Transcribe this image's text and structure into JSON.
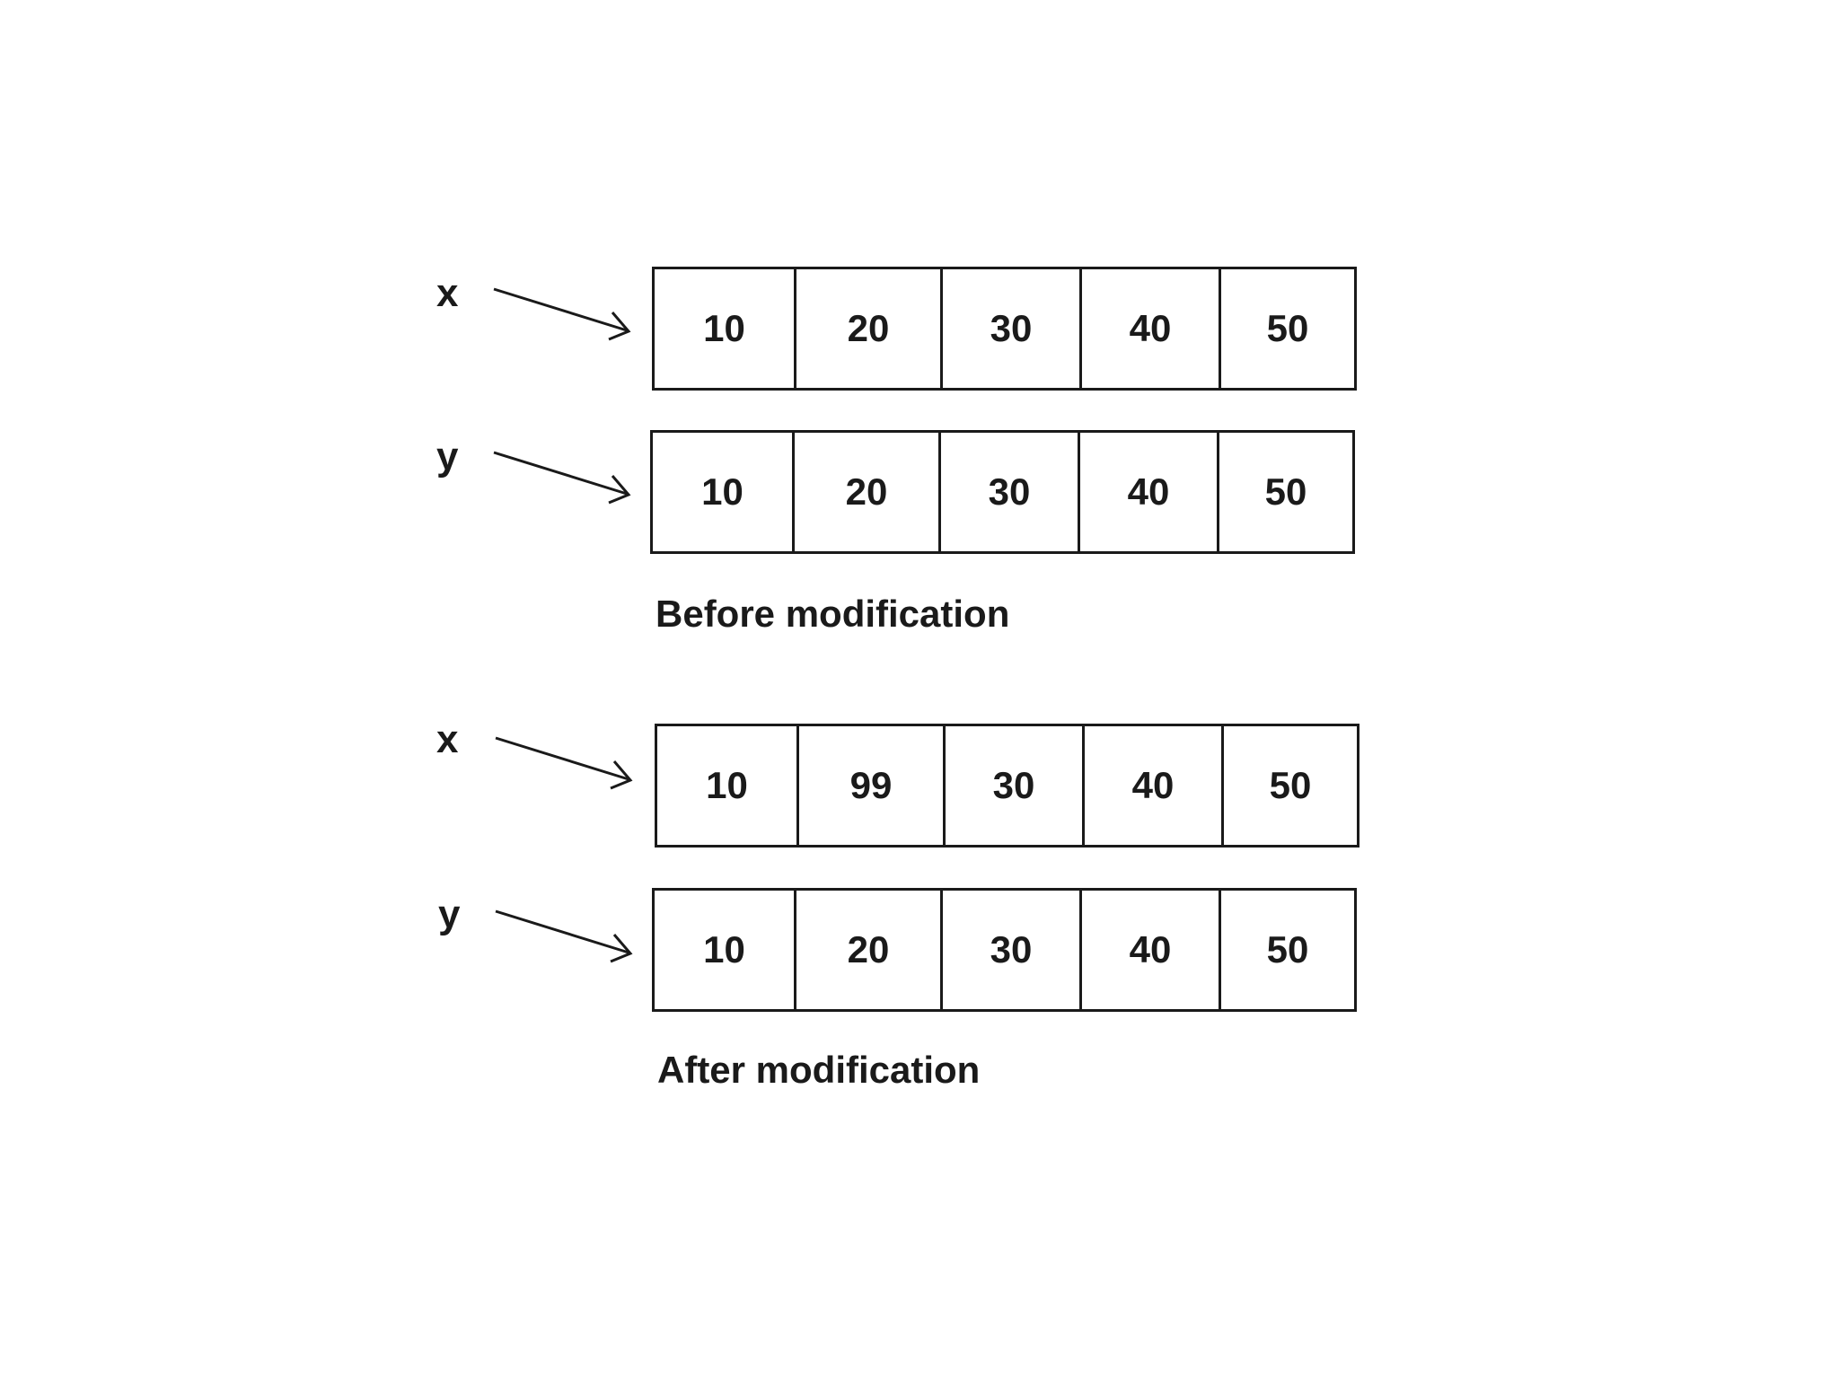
{
  "sections": [
    {
      "caption": "Before modification",
      "rows": [
        {
          "var": "x",
          "values": [
            "10",
            "20",
            "30",
            "40",
            "50"
          ]
        },
        {
          "var": "y",
          "values": [
            "10",
            "20",
            "30",
            "40",
            "50"
          ]
        }
      ]
    },
    {
      "caption": "After modification",
      "rows": [
        {
          "var": "x",
          "values": [
            "10",
            "99",
            "30",
            "40",
            "50"
          ]
        },
        {
          "var": "y",
          "values": [
            "10",
            "20",
            "30",
            "40",
            "50"
          ]
        }
      ]
    }
  ]
}
